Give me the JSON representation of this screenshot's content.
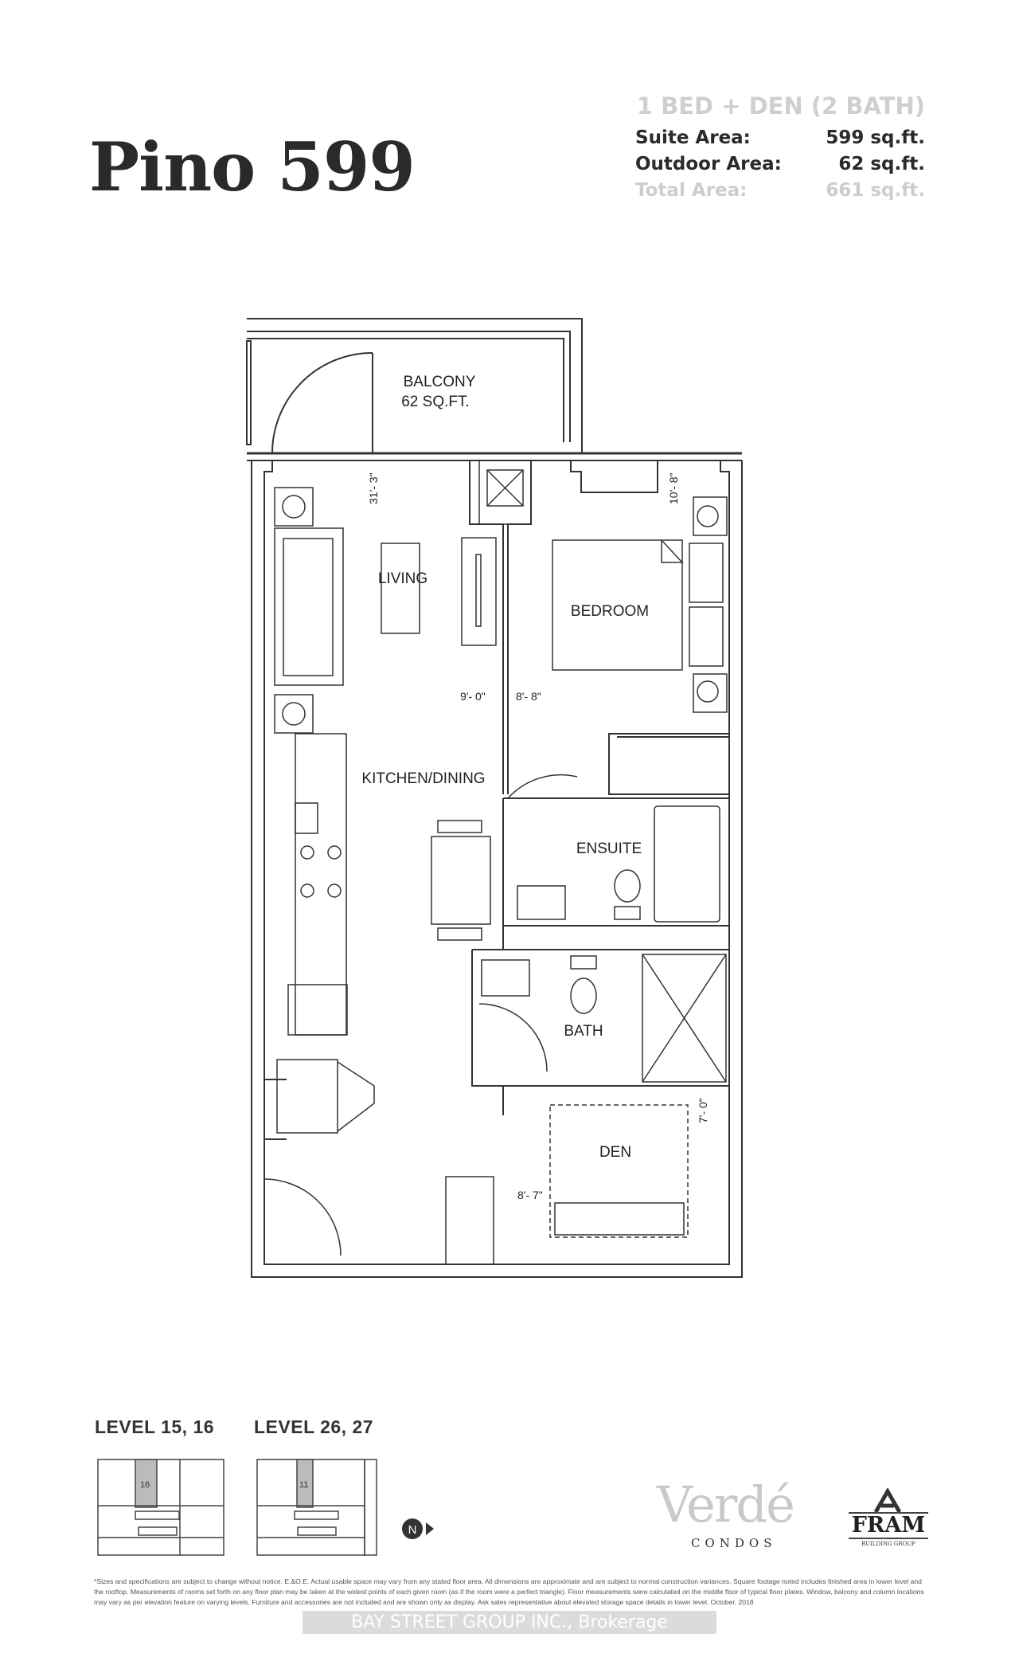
{
  "header": {
    "title": "Pino 599",
    "subtitle": "1 BED + DEN (2 BATH)",
    "areas": [
      {
        "label": "Suite Area:",
        "value": "599 sq.ft."
      },
      {
        "label": "Outdoor Area:",
        "value": "62 sq.ft."
      },
      {
        "label": "Total Area:",
        "value": "661 sq.ft."
      }
    ]
  },
  "plan": {
    "rooms": {
      "balcony": "BALCONY",
      "balcony_area": "62 SQ.FT.",
      "living": "LIVING",
      "bedroom": "BEDROOM",
      "kitchen": "KITCHEN/DINING",
      "ensuite": "ENSUITE",
      "bath": "BATH",
      "den": "DEN"
    },
    "dimensions": {
      "living_depth": "31'- 3\"",
      "bedroom_depth": "10'- 8\"",
      "living_width": "9'- 0\"",
      "bedroom_width": "8'- 8\"",
      "den_depth": "7'- 0\"",
      "den_width": "8'- 7\""
    }
  },
  "key_plans": [
    {
      "label": "LEVEL 15, 16",
      "unit": "16"
    },
    {
      "label": "LEVEL 26, 27",
      "unit": "11"
    }
  ],
  "compass": "N",
  "logos": {
    "verde": "Verdé",
    "verde_sub": "CONDOS",
    "fram": "FRAM",
    "fram_sub": "BUILDING GROUP"
  },
  "footnote": "*Sizes and specifications are subject to change without notice. E.&O.E. Actual usable space may vary from any stated floor area. All dimensions are approximate and are subject to normal construction variances. Square footage noted includes finished area in lower level and the rooftop. Measurements of rooms set forth on any floor plan may be taken at the widest points of each given room (as if the room were a perfect triangle). Floor measurements were calculated on the middle floor of typical floor plates. Window, balcony and column locations may vary as per elevation feature on varying levels. Furniture and accessories are not included and are shown only as display. Ask sales representative about elevated storage space details in lower level. October, 2018",
  "watermark": "BAY STREET GROUP INC., Brokerage"
}
